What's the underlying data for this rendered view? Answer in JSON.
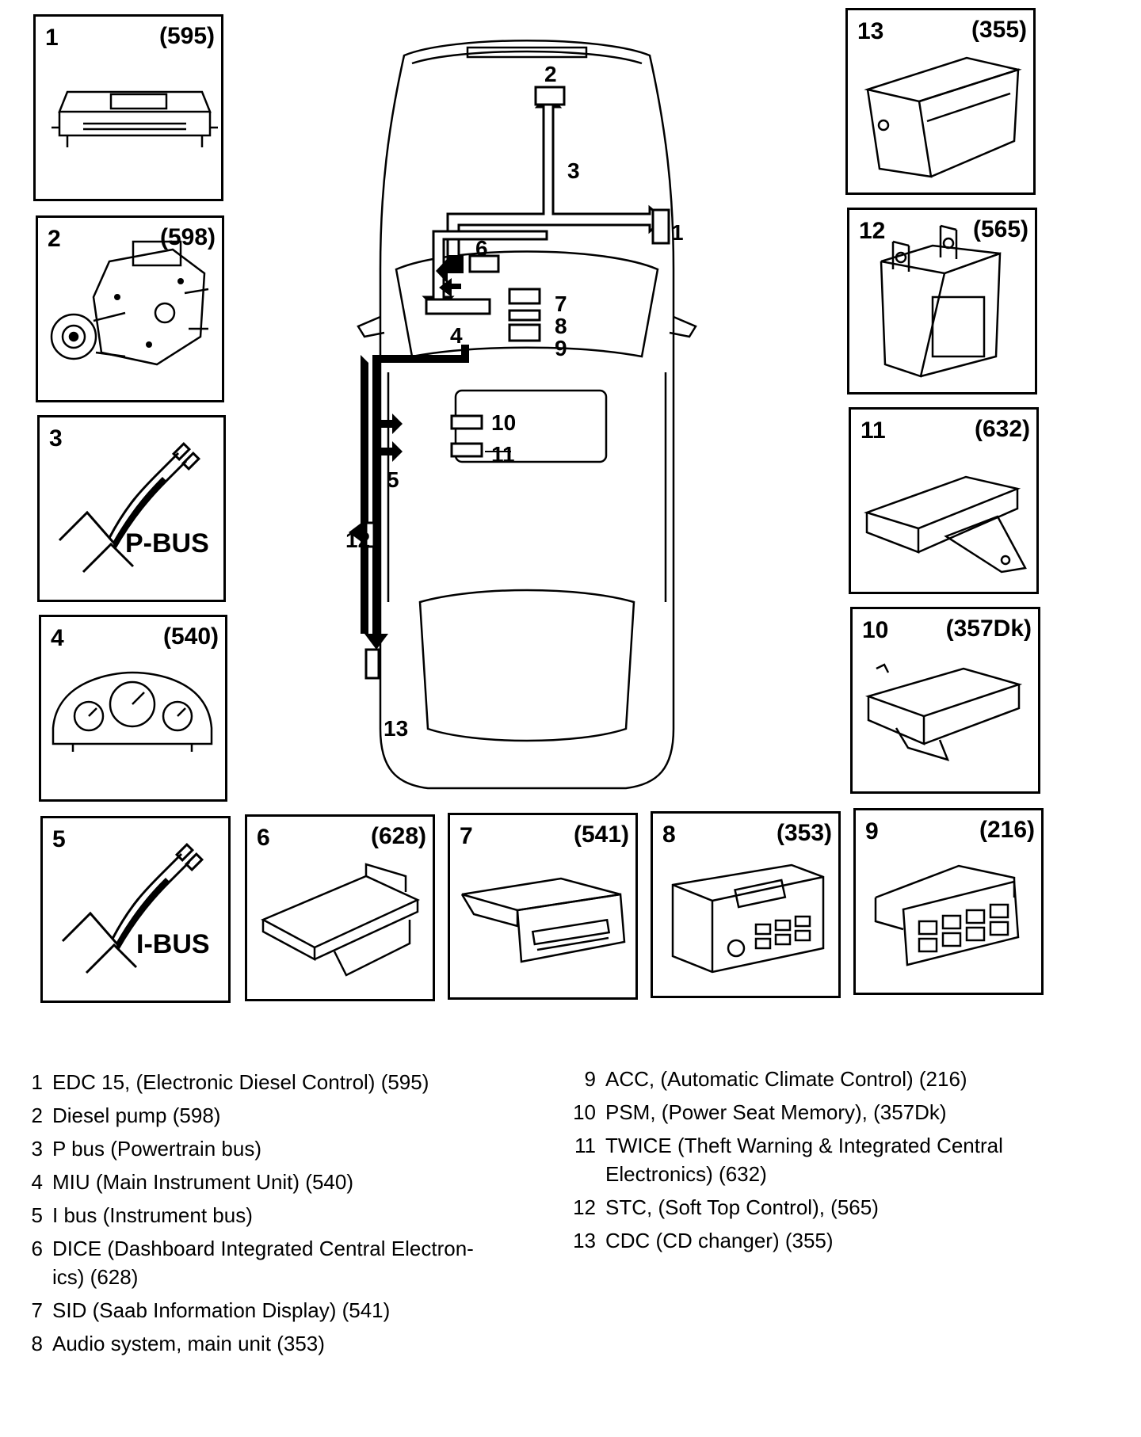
{
  "components": [
    {
      "num": "1",
      "code": "(595)"
    },
    {
      "num": "2",
      "code": "(598)"
    },
    {
      "num": "3",
      "code": "",
      "bus_label": "P-BUS"
    },
    {
      "num": "4",
      "code": "(540)"
    },
    {
      "num": "5",
      "code": "",
      "bus_label": "I-BUS"
    },
    {
      "num": "6",
      "code": "(628)"
    },
    {
      "num": "7",
      "code": "(541)"
    },
    {
      "num": "8",
      "code": "(353)"
    },
    {
      "num": "9",
      "code": "(216)"
    },
    {
      "num": "10",
      "code": "(357Dk)"
    },
    {
      "num": "11",
      "code": "(632)"
    },
    {
      "num": "12",
      "code": "(565)"
    },
    {
      "num": "13",
      "code": "(355)"
    }
  ],
  "diagram_labels": [
    "1",
    "2",
    "3",
    "4",
    "5",
    "6",
    "7",
    "8",
    "9",
    "10",
    "11",
    "12",
    "13"
  ],
  "legend_left": [
    {
      "num": "1",
      "text": "EDC 15, (Electronic Diesel Control) (595)"
    },
    {
      "num": "2",
      "text": "Diesel pump (598)"
    },
    {
      "num": "3",
      "text": "P bus (Powertrain bus)"
    },
    {
      "num": "4",
      "text": "MIU (Main Instrument Unit) (540)"
    },
    {
      "num": "5",
      "text": "I bus (Instrument bus)"
    },
    {
      "num": "6",
      "text": "DICE (Dashboard Integrated Central Electron-",
      "text2": "ics) (628)"
    },
    {
      "num": "7",
      "text": "SID (Saab Information Display) (541)"
    },
    {
      "num": "8",
      "text": "Audio system, main unit (353)"
    }
  ],
  "legend_right": [
    {
      "num": "9",
      "text": "ACC, (Automatic Climate Control) (216)"
    },
    {
      "num": "10",
      "text": "PSM, (Power Seat Memory), (357Dk)"
    },
    {
      "num": "11",
      "text": "TWICE (Theft Warning & Integrated Central",
      "text2": "Electronics) (632)"
    },
    {
      "num": "12",
      "text": "STC, (Soft Top Control), (565)"
    },
    {
      "num": "13",
      "text": "CDC (CD changer) (355)"
    }
  ]
}
